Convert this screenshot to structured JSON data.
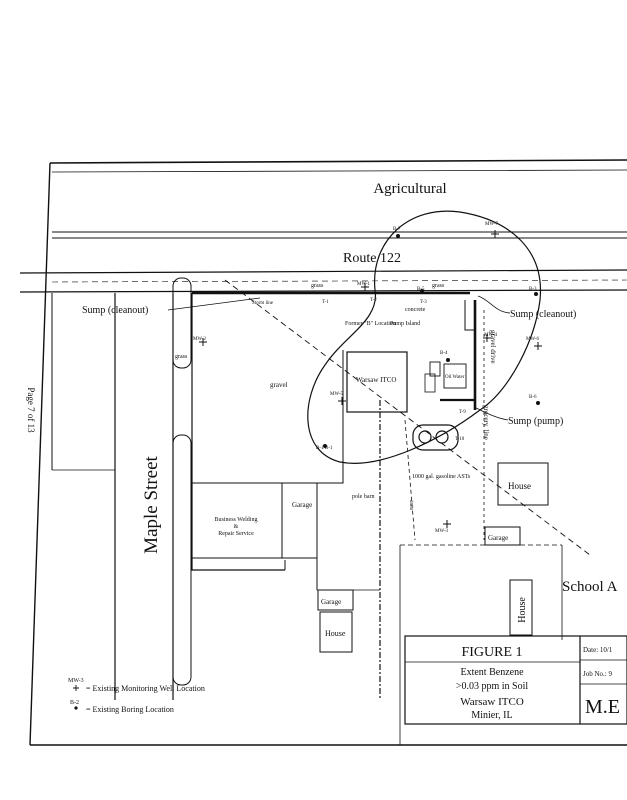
{
  "page_label": "Page 7 of 13",
  "areas": {
    "agricultural": "Agricultural",
    "route": "Route 122",
    "maple": "Maple Street",
    "school": "School A"
  },
  "features": {
    "sump_cleanout_left": "Sump (cleanout)",
    "sump_cleanout_right": "Sump (cleanout)",
    "sump_pump": "Sump (pump)",
    "grass_1": "grass",
    "grass_2": "grass",
    "grass_3": "grass",
    "gravel": "gravel",
    "gravel_drive": "gravel drive",
    "concrete": "concrete",
    "warsaw_itco": "Warsaw ITCO",
    "former_tank": "Former \"B\" Location",
    "pump_island": "Pump Island",
    "oil_water": "Oil Water",
    "ast": "1000 gal. gasoline ASTs",
    "grocery": "grocery. line",
    "drain": "drain",
    "pole_barn": "pole barn",
    "storm_line": "Storm line",
    "garage_1": "Garage",
    "garage_2": "Garage",
    "garage_3": "Garage",
    "house_1": "House",
    "house_2": "House",
    "house_3": "House",
    "business_1": "Business Welding",
    "business_amp": "&",
    "business_2": "Repair Service"
  },
  "wells": [
    "MW-7",
    "MW-2",
    "MW-1",
    "MW-5",
    "MW-4",
    "MW-3",
    "MW-6"
  ],
  "borings": [
    "B-7",
    "B-3",
    "B-5",
    "B-6",
    "B-4",
    "B-1/B-1"
  ],
  "tanks": [
    "T-1",
    "T-2",
    "T-3",
    "T-9",
    "T-10"
  ],
  "legend": {
    "mw_symbol": "MW-3",
    "mw_text": "= Existing Monitoring Well Location",
    "b_symbol": "B-2",
    "b_text": "= Existing Boring Location"
  },
  "title_block": {
    "figure": "FIGURE 1",
    "line1": "Extent Benzene",
    "line2": ">0.03 ppm in Soil",
    "line3": "Warsaw ITCO",
    "line4": "Minier, IL",
    "date": "Date: 10/1",
    "job": "Job No.: 9",
    "company": "M.E"
  }
}
